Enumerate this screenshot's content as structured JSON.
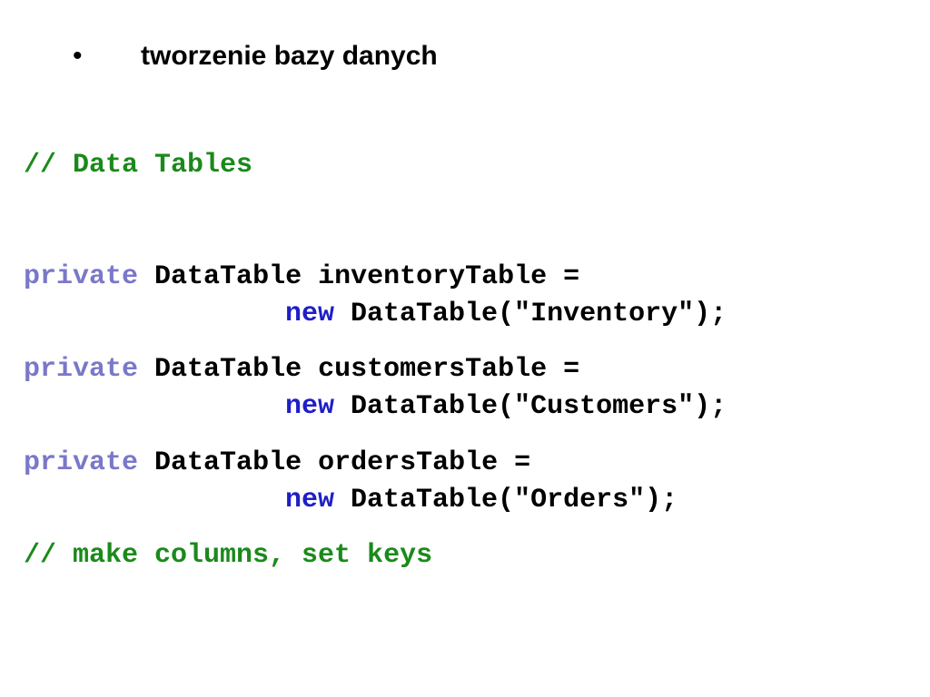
{
  "slide": {
    "bullet": "•",
    "heading": "tworzenie bazy danych"
  },
  "code": {
    "comment_data_tables": "// Data Tables",
    "declarations": [
      {
        "keyword_private": "private",
        "declaration": "DataTable inventoryTable =",
        "keyword_new": "new",
        "constructor": "DataTable(\"Inventory\");"
      },
      {
        "keyword_private": "private",
        "declaration": "DataTable customersTable =",
        "keyword_new": "new",
        "constructor": "DataTable(\"Customers\");"
      },
      {
        "keyword_private": "private",
        "declaration": "DataTable ordersTable =",
        "keyword_new": "new",
        "constructor": "DataTable(\"Orders\");"
      }
    ],
    "comment_make_columns": "// make columns, set keys"
  },
  "colors": {
    "comment": "#1a8a1a",
    "keyword_private": "#7a78c8",
    "keyword_new": "#1e1ec8",
    "text": "#000000"
  }
}
